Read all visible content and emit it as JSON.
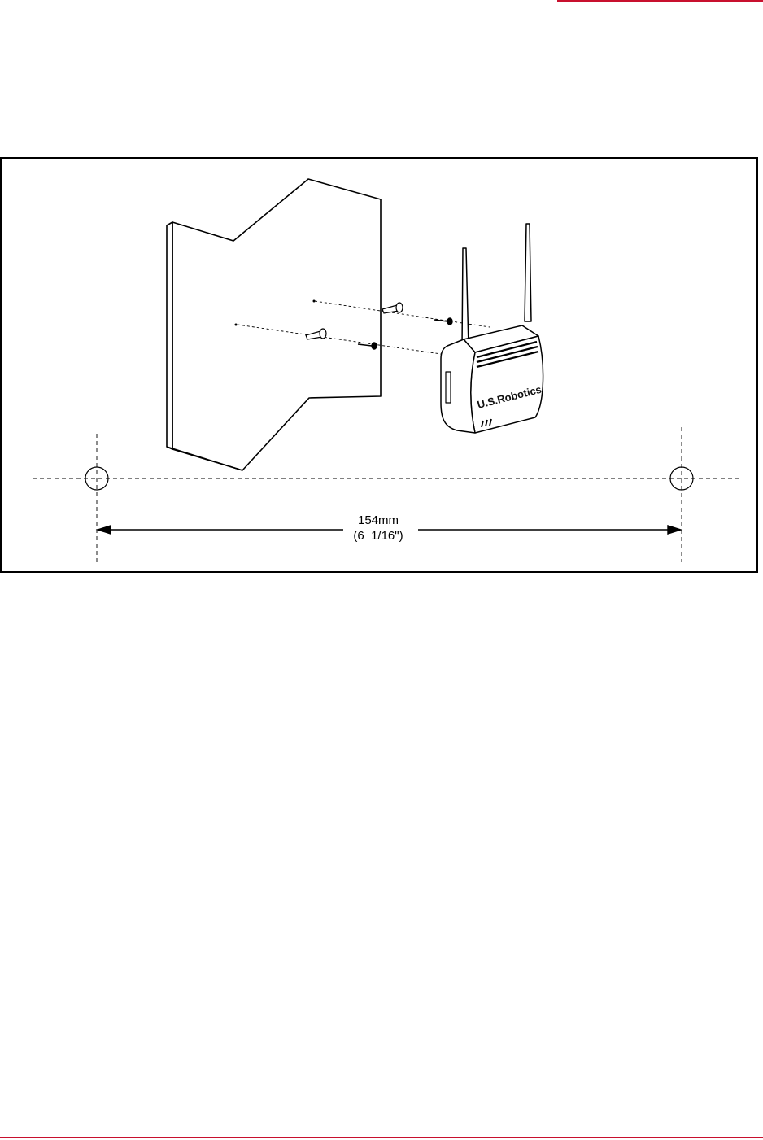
{
  "colors": {
    "accent_rule": "#c8102e",
    "ink": "#000000"
  },
  "figure": {
    "dimension": {
      "metric": "154mm",
      "imperial": "(6  1/16\")"
    },
    "device_brand": "U.S.Robotics"
  }
}
